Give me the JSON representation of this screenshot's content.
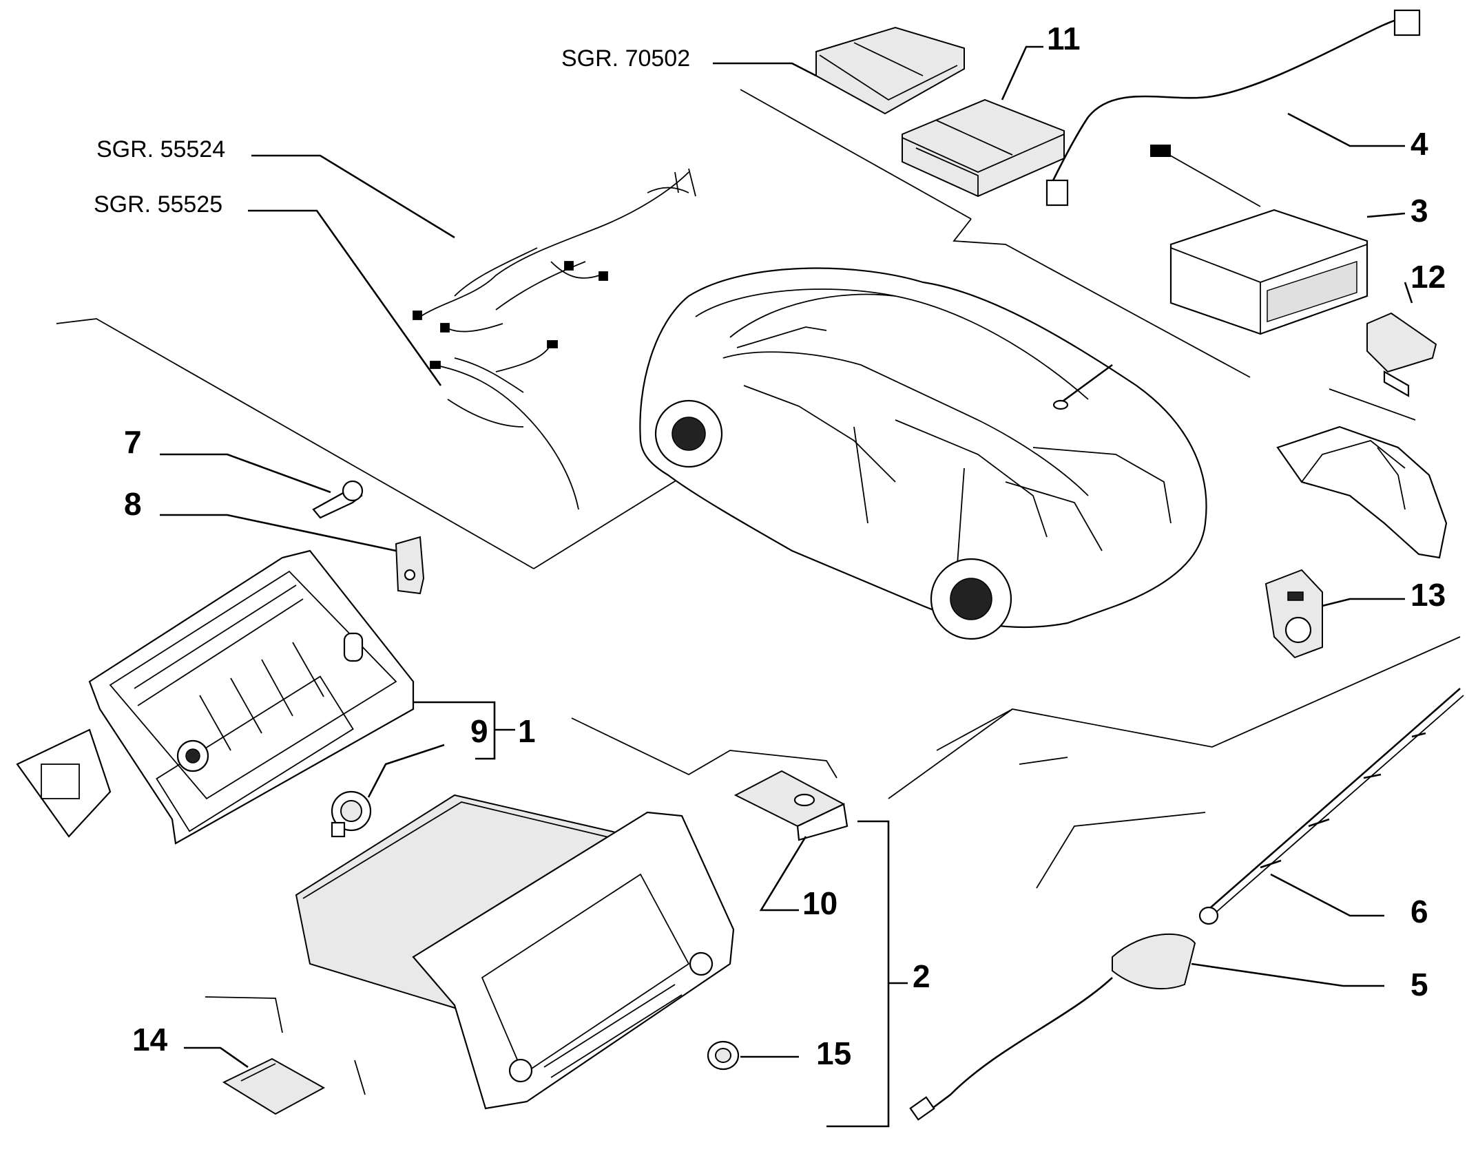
{
  "diagram": {
    "sgr_labels": [
      "SGR. 70502",
      "SGR. 55524",
      "SGR. 55525"
    ],
    "part_numbers": [
      "1",
      "2",
      "3",
      "4",
      "5",
      "6",
      "7",
      "8",
      "9",
      "10",
      "11",
      "12",
      "13",
      "14",
      "15"
    ]
  }
}
